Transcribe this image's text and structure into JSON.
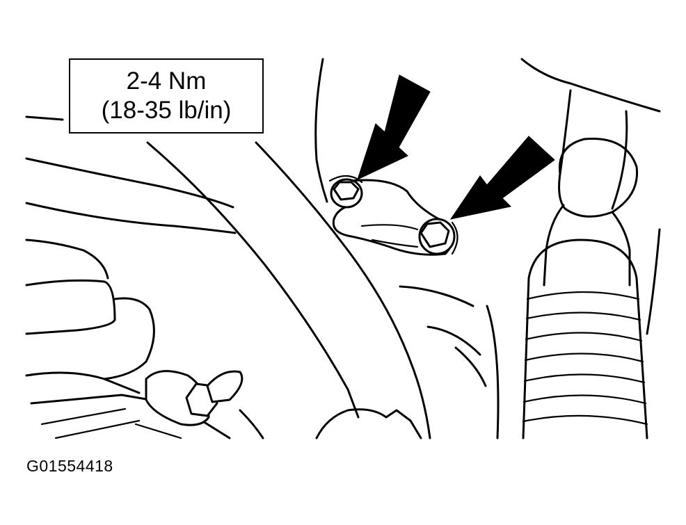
{
  "callout": {
    "torque_nm": "2-4 Nm",
    "torque_lbin": "(18-35 lb/in)"
  },
  "figure_id": "G01554418",
  "colors": {
    "line": "#000000",
    "background": "#ffffff"
  }
}
